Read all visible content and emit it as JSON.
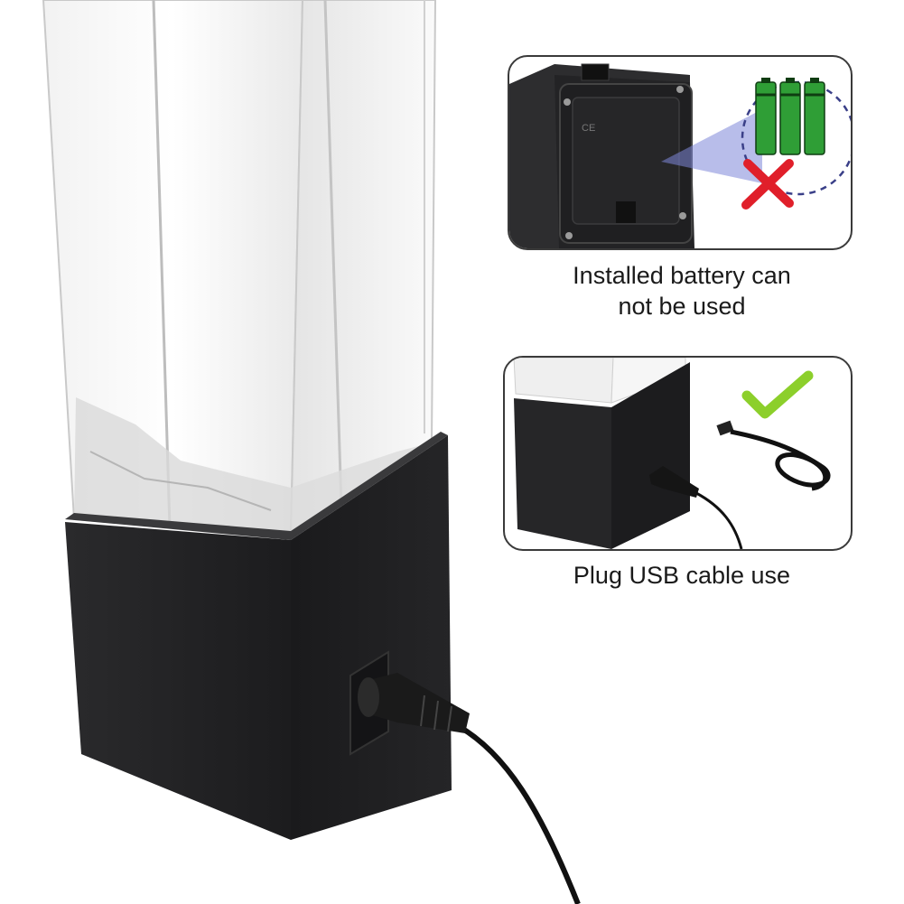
{
  "panels": {
    "battery": {
      "caption_line1": "Installed battery can",
      "caption_line2": "not be used",
      "status_icon": "red-cross-icon",
      "status_color": "#e01f2a"
    },
    "usb": {
      "caption": "Plug USB cable use",
      "status_icon": "green-check-icon",
      "status_color": "#8ccf2b"
    }
  },
  "colors": {
    "base_black": "#1e1e20",
    "battery_green": "#2f9e36",
    "dashed_circle": "#3a3f88"
  }
}
